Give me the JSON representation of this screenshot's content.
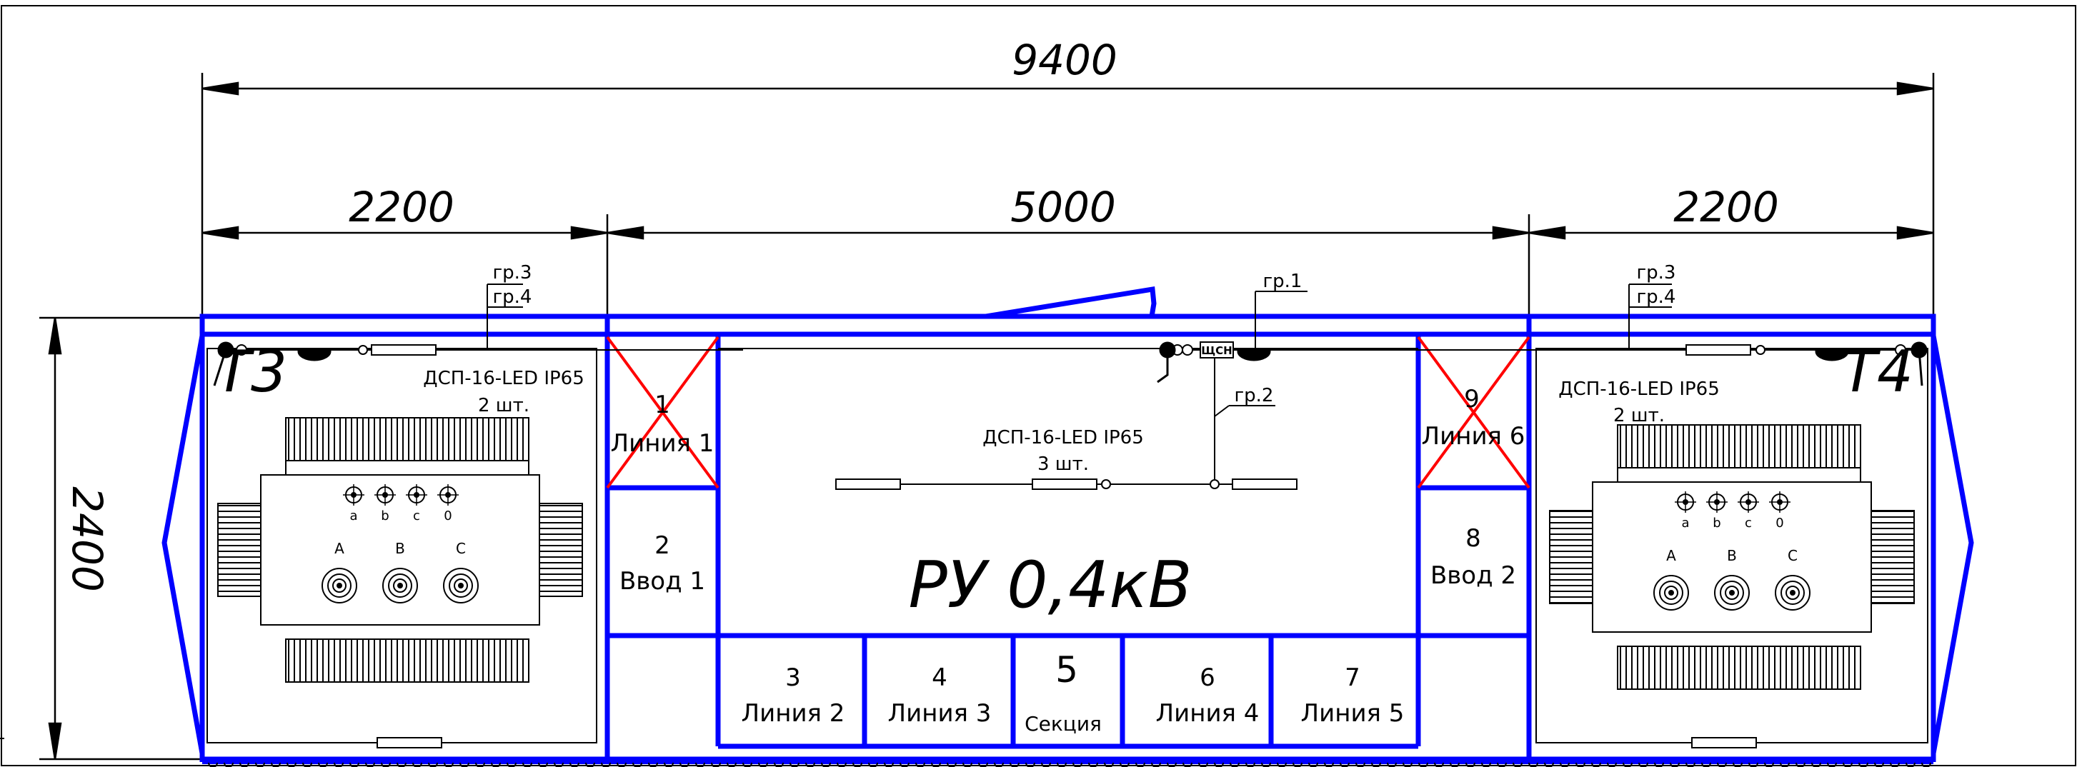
{
  "dimensions": {
    "overall": "9400",
    "left": "2200",
    "middle": "5000",
    "right": "2200",
    "height": "2400"
  },
  "transformers": {
    "left_label": "Т3",
    "right_label": "Т4",
    "terminals": [
      "а",
      "b",
      "с",
      "0"
    ],
    "phases": [
      "А",
      "В",
      "С"
    ]
  },
  "lighting": {
    "group3": "гр.3",
    "group4": "гр.4",
    "group1": "гр.1",
    "group2": "гр.2",
    "fixture_type": "ДСП-16-LED IP65",
    "qty_side": "2 шт.",
    "qty_center": "3 шт.",
    "panel": "ЩСН"
  },
  "switchgear": {
    "title": "РУ 0,4кВ",
    "cells": [
      {
        "num": "1",
        "name": "Линия 1",
        "crossed": true
      },
      {
        "num": "2",
        "name": "Ввод 1",
        "crossed": false
      },
      {
        "num": "3",
        "name": "Линия 2",
        "crossed": false
      },
      {
        "num": "4",
        "name": "Линия 3",
        "crossed": false
      },
      {
        "num": "5",
        "name": "Секция",
        "crossed": false
      },
      {
        "num": "6",
        "name": "Линия 4",
        "crossed": false
      },
      {
        "num": "7",
        "name": "Линия 5",
        "crossed": false
      },
      {
        "num": "8",
        "name": "Ввод 2",
        "crossed": false
      },
      {
        "num": "9",
        "name": "Линия 6",
        "crossed": true
      }
    ]
  },
  "colors": {
    "walls": "#0000ff",
    "cross": "#ff0000",
    "lines": "#000000"
  }
}
